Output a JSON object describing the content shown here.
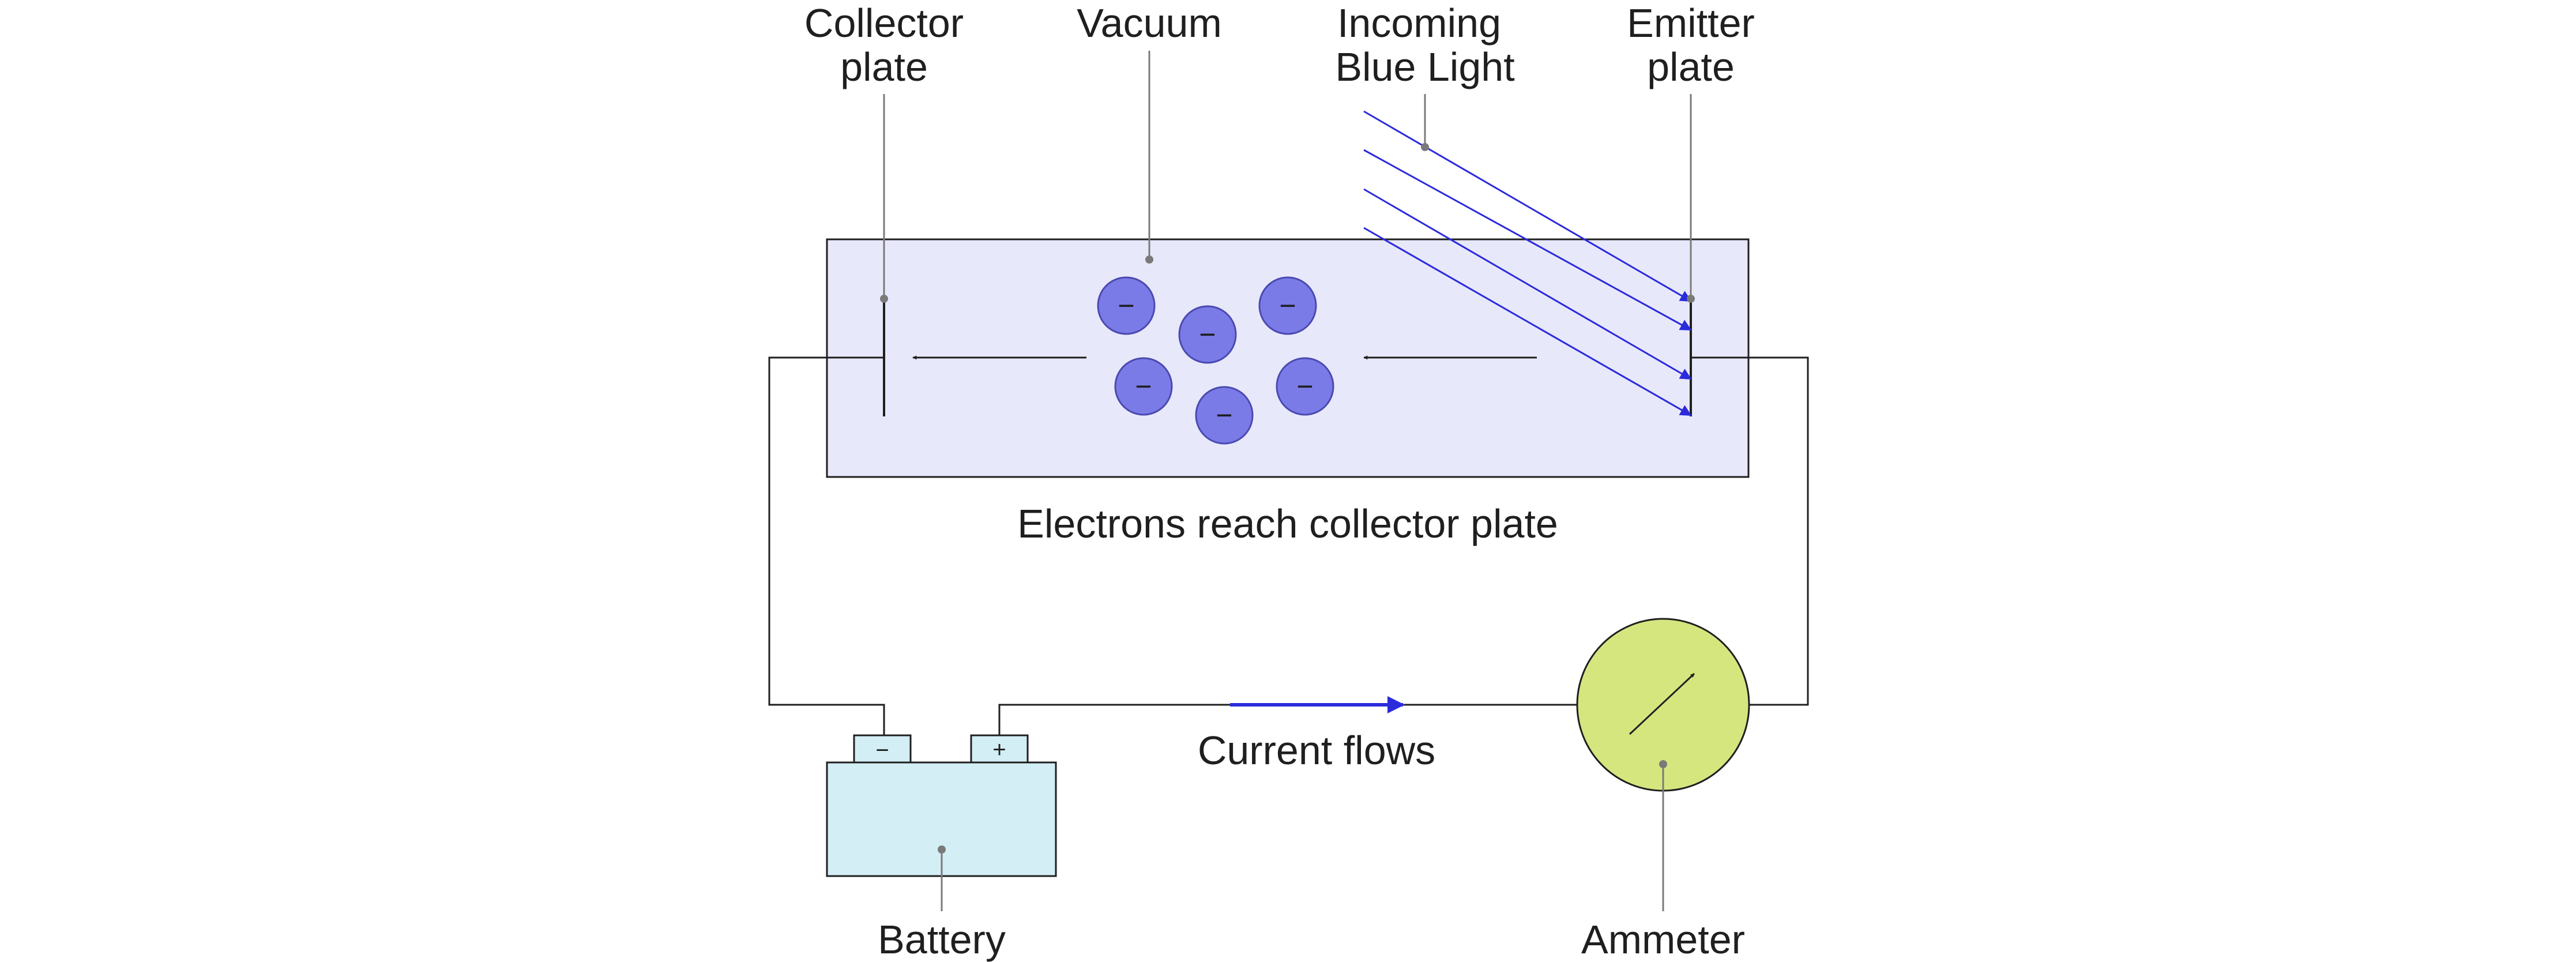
{
  "diagram": {
    "labels": {
      "collector_line1": "Collector",
      "collector_line2": "plate",
      "vacuum": "Vacuum",
      "light_line1": "Incoming",
      "light_line2": "Blue Light",
      "emitter_line1": "Emitter",
      "emitter_line2": "plate",
      "electrons": "Electrons reach collector plate",
      "current": "Current flows",
      "battery": "Battery",
      "ammeter": "Ammeter"
    },
    "symbols": {
      "electron": "−",
      "battery_negative": "−",
      "battery_positive": "+"
    },
    "colors": {
      "tube_fill": "#e8e8fb",
      "electron_fill": "#7b7be8",
      "light_ray": "#2b2bdc",
      "current_arrow": "#2b2bdc",
      "battery_fill": "#d3eef5",
      "ammeter_fill": "#d5e67f",
      "wire": "#1f1f1f",
      "leader": "#7a7a7a"
    }
  }
}
